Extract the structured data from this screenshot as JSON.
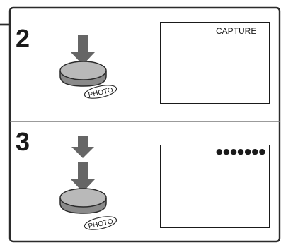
{
  "steps": [
    {
      "number": "2",
      "button_label": "PHOTO",
      "arrows": 1,
      "lcd_icon": "camera-icon",
      "lcd_text": "CAPTURE"
    },
    {
      "number": "3",
      "button_label": "PHOTO",
      "arrows": 2,
      "lcd_icon": "camera-icon",
      "lcd_text": "●●●●●●●"
    }
  ],
  "colors": {
    "frame": "#2b2b2b",
    "divider": "#7a7a7a",
    "button_fill": "#b9b9b9",
    "arrow": "#666666"
  }
}
